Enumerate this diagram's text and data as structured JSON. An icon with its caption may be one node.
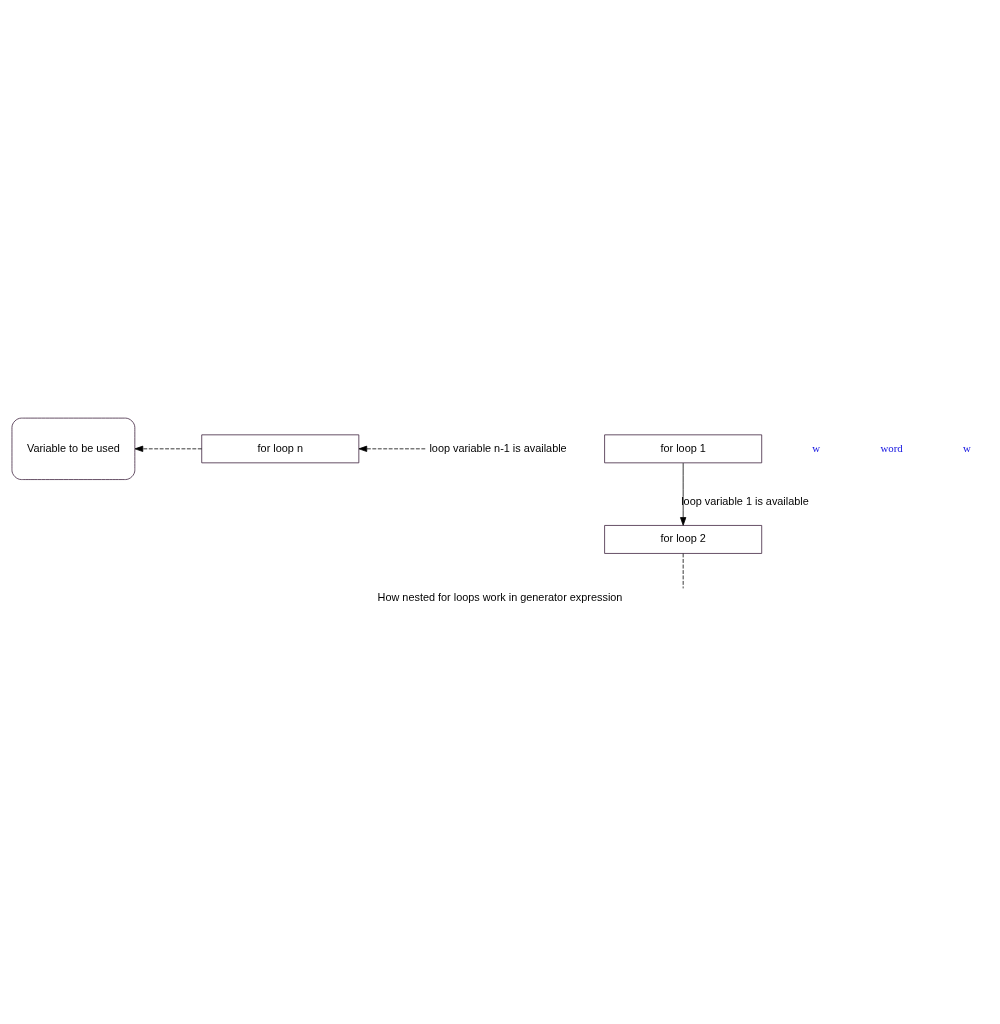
{
  "diagram": {
    "caption": "How nested for loops work in generator expression",
    "nodes": [
      {
        "text": [
          "Variable to be used"
        ]
      },
      {
        "text": [
          "for loop 1"
        ]
      },
      {
        "text": [
          "for loop 2"
        ]
      },
      {
        "text": [
          "for loop n"
        ]
      },
      {
        "text": [
          "loop variable n-1 is available"
        ]
      }
    ],
    "edges": [
      {
        "from": 1,
        "to": 2,
        "arrow": "to",
        "label": "loop variable 1 is available"
      },
      {
        "from": 2,
        "to": null,
        "arrow": "none",
        "style": "dashed"
      },
      {
        "from": 4,
        "to": 3,
        "arrow": "to",
        "style": "dashed"
      },
      {
        "from": 3,
        "to": 0,
        "arrow": "to",
        "style": "dashed"
      }
    ],
    "labels": [
      "w",
      "word",
      "w"
    ]
  }
}
